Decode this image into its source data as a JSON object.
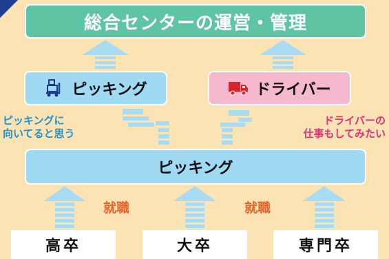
{
  "title": "総合センターの運営・管理",
  "mid": {
    "picking_label": "ピッキング",
    "driver_label": "ドライバー"
  },
  "notes": {
    "left": [
      "ピッキングに",
      "向いてると思う"
    ],
    "right": [
      "ドライバーの",
      "仕事もしてみたい"
    ]
  },
  "main_bar": "ピッキング",
  "arrow_labels": [
    "就職",
    "就職"
  ],
  "entries": [
    "高卒",
    "大卒",
    "専門卒"
  ],
  "colors": {
    "background": "#fbe3b4",
    "title_box": "#5fc4a4",
    "picking_box": "#9fd9f2",
    "driver_box": "#f5b8cf",
    "arrow": "#a9dcf3",
    "left_note": "#1e93cf",
    "right_note": "#e0307a",
    "shushoku": "#e8632a",
    "corner": "#1f3f8f"
  },
  "icons": [
    "cart-boxes-icon",
    "truck-icon"
  ]
}
